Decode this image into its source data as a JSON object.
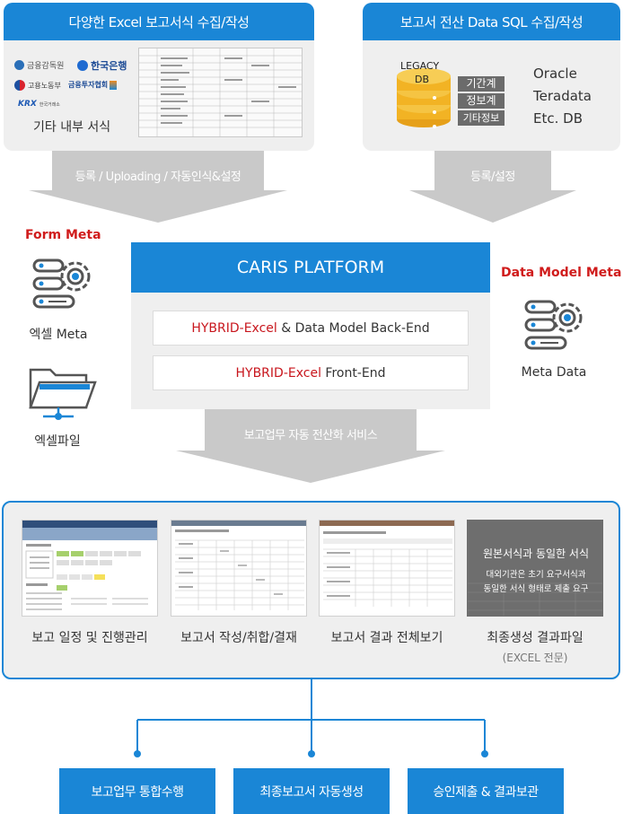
{
  "top_left": {
    "title": "다양한 Excel 보고서식 수집/작성",
    "logos": [
      "금융감독원",
      "한국은행",
      "고용노동부",
      "금융투자협회",
      "KRX",
      "한국거래소"
    ],
    "caption": "기타 내부 서식"
  },
  "top_right": {
    "title": "보고서 전산 Data SQL 수집/작성",
    "db_label_1": "LEGACY",
    "db_label_2": "DB",
    "db_tags": [
      "기간계",
      "정보계",
      "기타정보"
    ],
    "db_list": [
      "Oracle",
      "Teradata",
      "Etc. DB"
    ]
  },
  "arrows": {
    "left": "등록 / Uploading / 자동인식&설정",
    "right": "등록/설정",
    "center": "보고업무 자동 전산화 서비스"
  },
  "left_side": {
    "title": "Form Meta",
    "meta_label": "엑셀 Meta",
    "file_label": "엑셀파일"
  },
  "right_side": {
    "title": "Data Model Meta",
    "meta_label": "Meta Data"
  },
  "platform": {
    "title": "CARIS PLATFORM",
    "row1_red": "HYBRID-Excel",
    "row1_rest": " & Data Model Back-End",
    "row2_red": "HYBRID-Excel",
    "row2_rest": " Front-End"
  },
  "services": [
    {
      "label": "보고 일정 및 진행관리"
    },
    {
      "label": "보고서 작성/취합/결재"
    },
    {
      "label": "보고서 결과 전체보기"
    },
    {
      "label": "최종생성 결과파일",
      "sub": "(EXCEL 전문)"
    }
  ],
  "final_thumb": {
    "line1": "원본서식과 동일한 서식",
    "line2": "대외기관은 초기 요구서식과",
    "line3": "동일한 서식 형태로 제출 요구"
  },
  "outputs": [
    "보고업무 통합수행",
    "최종보고서 자동생성",
    "승인제출 & 결과보관"
  ],
  "colors": {
    "primary": "#1a86d6",
    "accent_red": "#c8161d",
    "panel": "#efefef",
    "arrow": "#c9c9c9"
  }
}
